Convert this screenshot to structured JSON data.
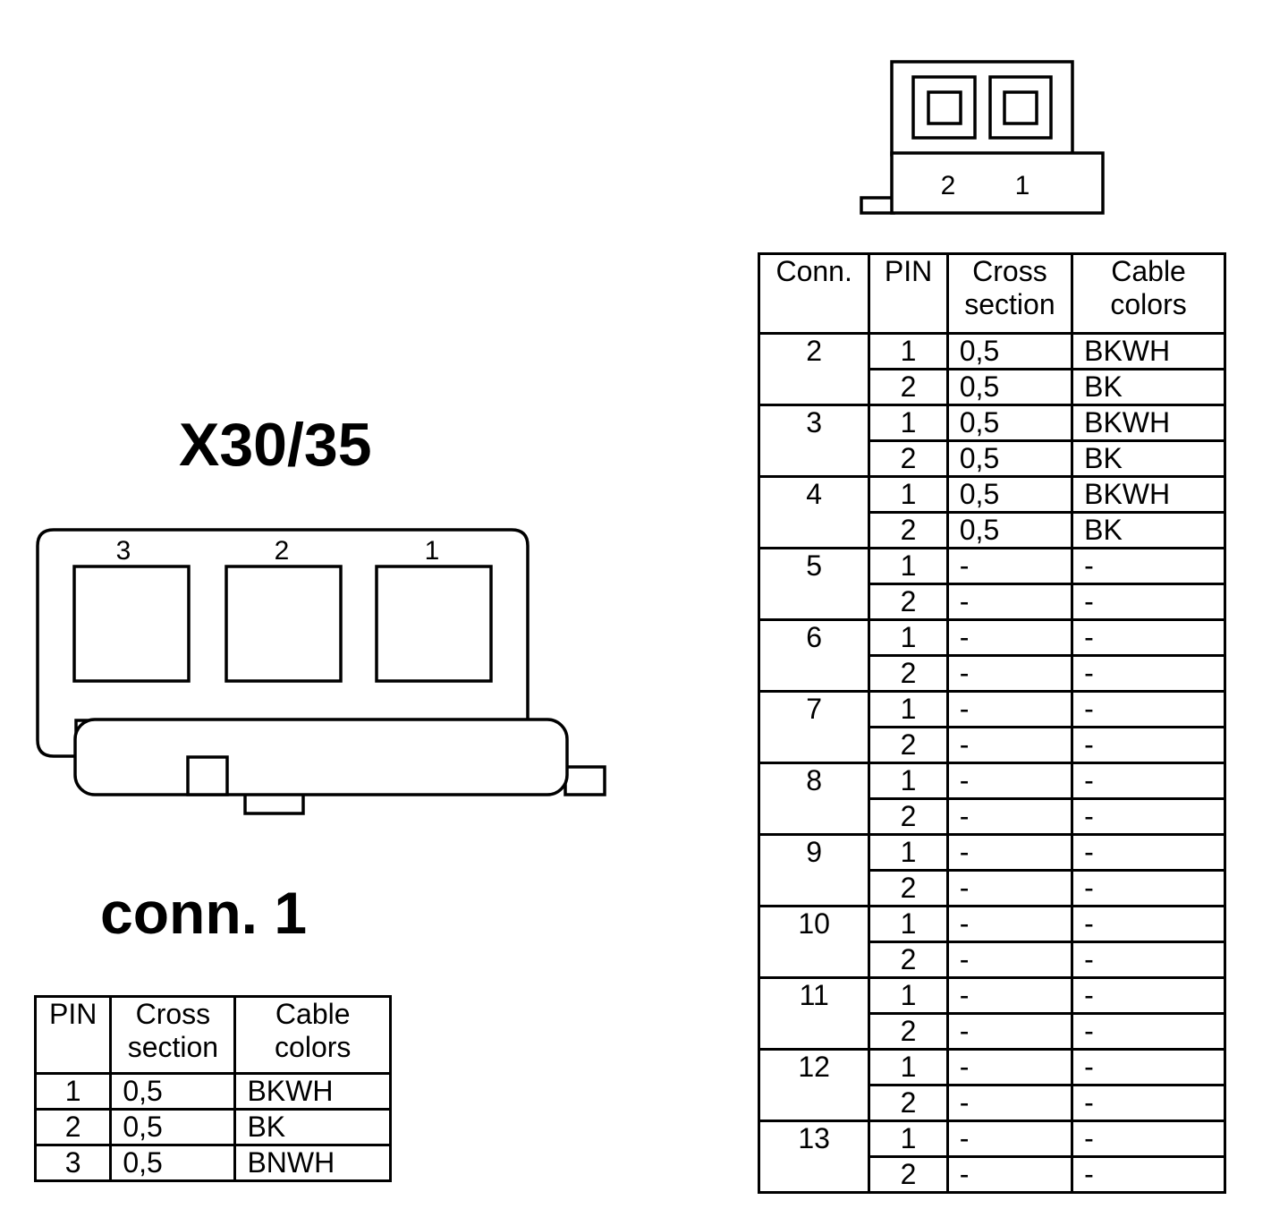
{
  "title": "X30/35",
  "conn1_label": "conn. 1",
  "connector_3pin": {
    "pin_labels": [
      "3",
      "2",
      "1"
    ]
  },
  "connector_2pin": {
    "pin_labels": [
      "2",
      "1"
    ]
  },
  "table1": {
    "headers": [
      "PIN",
      "Cross section",
      "Cable colors"
    ],
    "rows": [
      {
        "pin": "1",
        "cross": "0,5",
        "color": "BKWH"
      },
      {
        "pin": "2",
        "cross": "0,5",
        "color": "BK"
      },
      {
        "pin": "3",
        "cross": "0,5",
        "color": "BNWH"
      }
    ]
  },
  "table2": {
    "headers": [
      "Conn.",
      "PIN",
      "Cross section",
      "Cable colors"
    ],
    "groups": [
      {
        "conn": "2",
        "rows": [
          {
            "pin": "1",
            "cross": "0,5",
            "color": "BKWH"
          },
          {
            "pin": "2",
            "cross": "0,5",
            "color": "BK"
          }
        ]
      },
      {
        "conn": "3",
        "rows": [
          {
            "pin": "1",
            "cross": "0,5",
            "color": "BKWH"
          },
          {
            "pin": "2",
            "cross": "0,5",
            "color": "BK"
          }
        ]
      },
      {
        "conn": "4",
        "rows": [
          {
            "pin": "1",
            "cross": "0,5",
            "color": "BKWH"
          },
          {
            "pin": "2",
            "cross": "0,5",
            "color": "BK"
          }
        ]
      },
      {
        "conn": "5",
        "rows": [
          {
            "pin": "1",
            "cross": "-",
            "color": "-"
          },
          {
            "pin": "2",
            "cross": "-",
            "color": "-"
          }
        ]
      },
      {
        "conn": "6",
        "rows": [
          {
            "pin": "1",
            "cross": "-",
            "color": "-"
          },
          {
            "pin": "2",
            "cross": "-",
            "color": "-"
          }
        ]
      },
      {
        "conn": "7",
        "rows": [
          {
            "pin": "1",
            "cross": "-",
            "color": "-"
          },
          {
            "pin": "2",
            "cross": "-",
            "color": "-"
          }
        ]
      },
      {
        "conn": "8",
        "rows": [
          {
            "pin": "1",
            "cross": "-",
            "color": "-"
          },
          {
            "pin": "2",
            "cross": "-",
            "color": "-"
          }
        ]
      },
      {
        "conn": "9",
        "rows": [
          {
            "pin": "1",
            "cross": "-",
            "color": "-"
          },
          {
            "pin": "2",
            "cross": "-",
            "color": "-"
          }
        ]
      },
      {
        "conn": "10",
        "rows": [
          {
            "pin": "1",
            "cross": "-",
            "color": "-"
          },
          {
            "pin": "2",
            "cross": "-",
            "color": "-"
          }
        ]
      },
      {
        "conn": "11",
        "rows": [
          {
            "pin": "1",
            "cross": "-",
            "color": "-"
          },
          {
            "pin": "2",
            "cross": "-",
            "color": "-"
          }
        ]
      },
      {
        "conn": "12",
        "rows": [
          {
            "pin": "1",
            "cross": "-",
            "color": "-"
          },
          {
            "pin": "2",
            "cross": "-",
            "color": "-"
          }
        ]
      },
      {
        "conn": "13",
        "rows": [
          {
            "pin": "1",
            "cross": "-",
            "color": "-"
          },
          {
            "pin": "2",
            "cross": "-",
            "color": "-"
          }
        ]
      }
    ]
  }
}
